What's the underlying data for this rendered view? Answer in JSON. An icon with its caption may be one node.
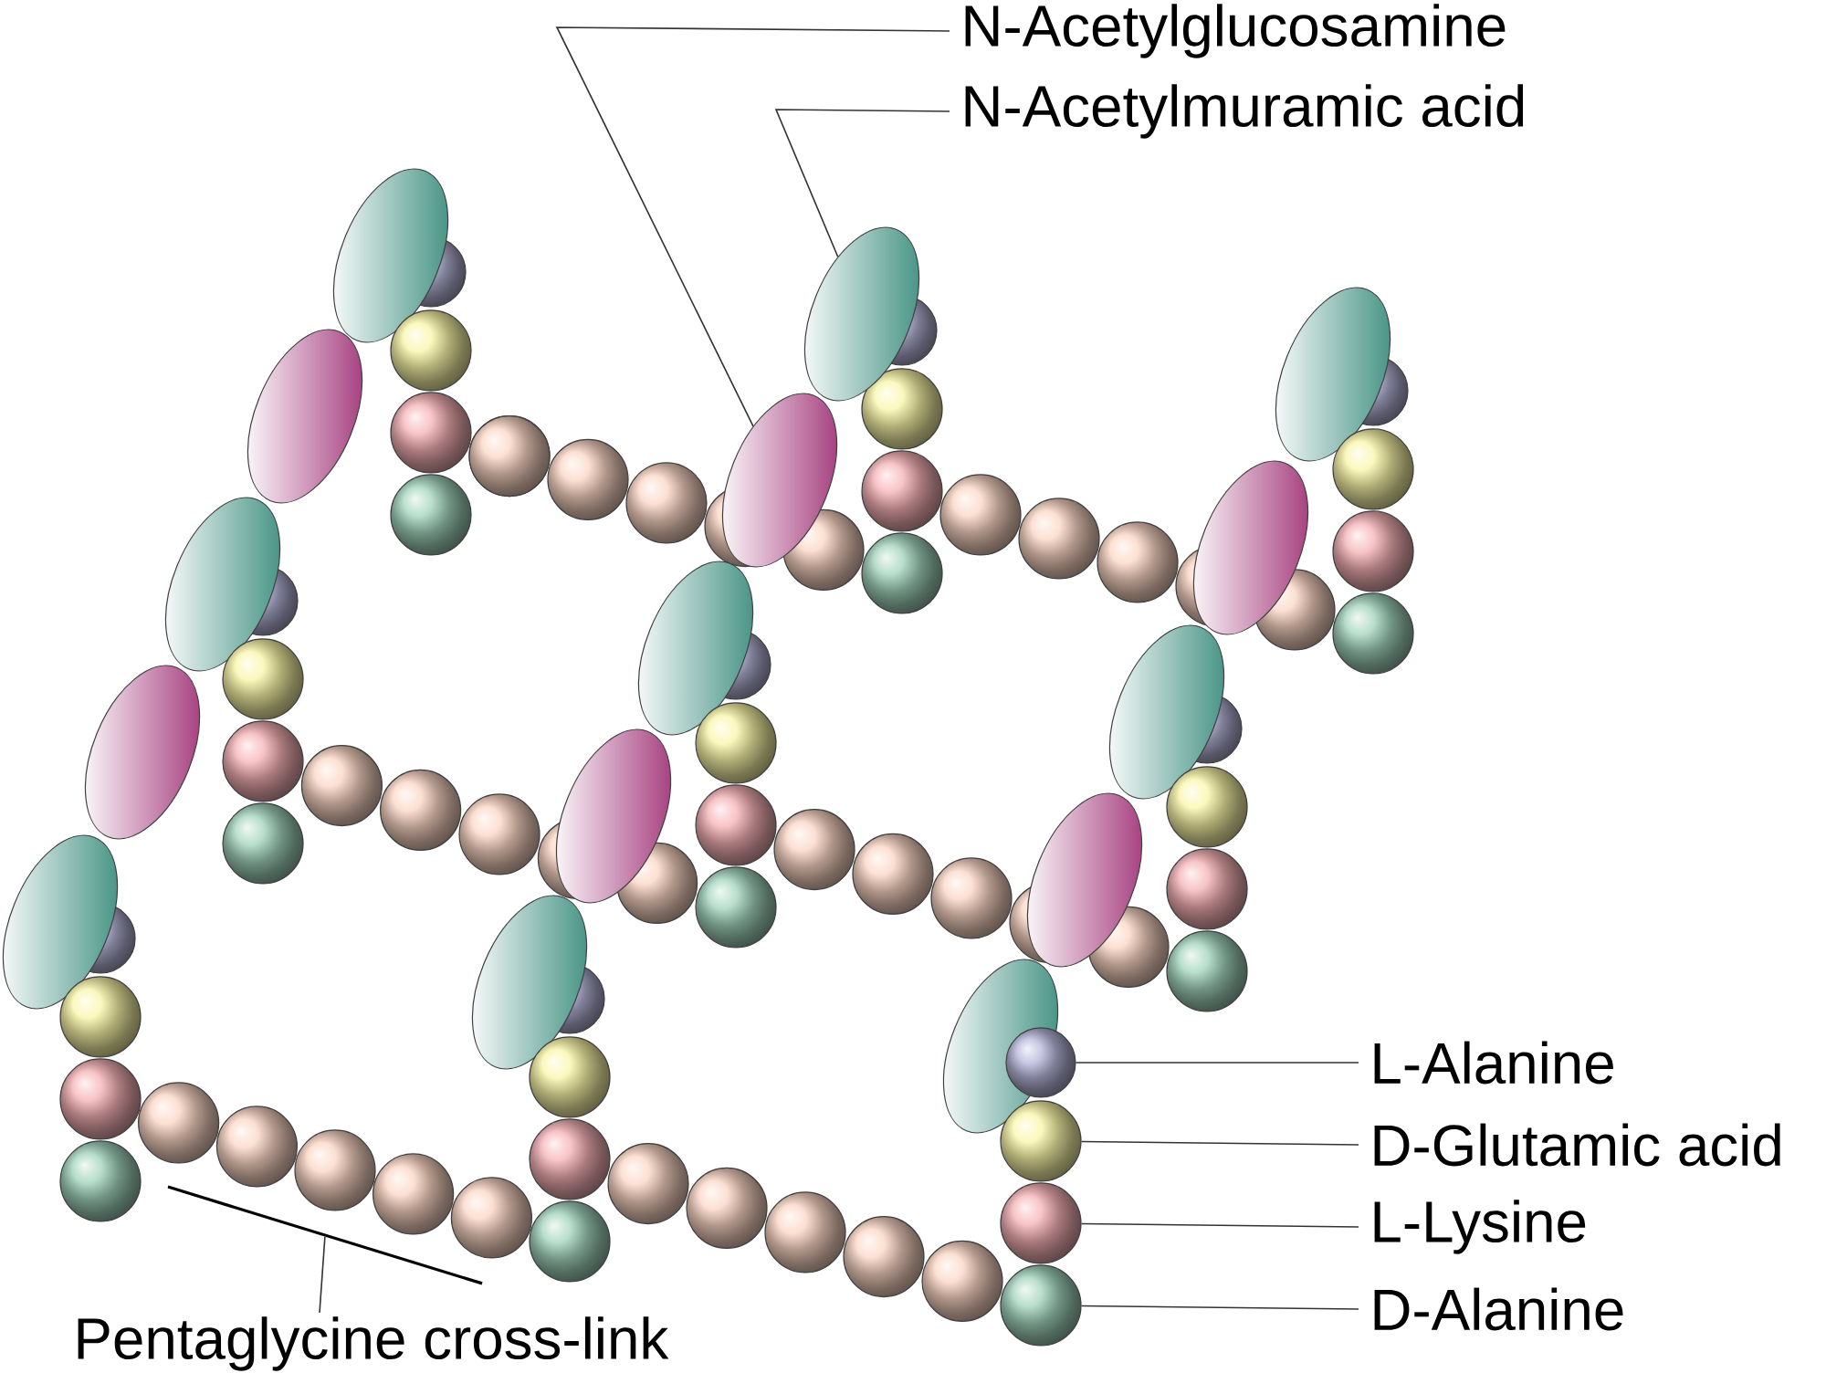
{
  "diagram": {
    "nodes": [
      {
        "text": [
          "N-Acetylglucosamine"
        ]
      },
      {
        "text": [
          "N-Acetylmuramic acid"
        ]
      },
      {
        "text": [
          "L-Alanine"
        ]
      },
      {
        "text": [
          "D-Glutamic acid"
        ]
      },
      {
        "text": [
          "L-Lysine"
        ]
      },
      {
        "text": [
          "D-Alanine"
        ]
      },
      {
        "text": [
          "Pentaglycine cross-link"
        ]
      },
      {
        "text": [],
        "shape": "ellipse"
      },
      {
        "text": [],
        "shape": "ellipse"
      },
      {
        "text": [],
        "shape": "circle"
      },
      {
        "text": [],
        "shape": "circle"
      },
      {
        "text": [],
        "shape": "circle"
      },
      {
        "text": [],
        "shape": "circle"
      },
      {
        "text": [],
        "shape": "bar"
      }
    ],
    "edges": [
      {
        "from": 0,
        "to": 7,
        "arrow": "none"
      },
      {
        "from": 1,
        "to": 8,
        "arrow": "none"
      },
      {
        "from": 2,
        "to": 9,
        "arrow": "none"
      },
      {
        "from": 3,
        "to": 10,
        "arrow": "none"
      },
      {
        "from": 4,
        "to": 11,
        "arrow": "none"
      },
      {
        "from": 5,
        "to": 12,
        "arrow": "none"
      },
      {
        "from": 6,
        "to": 13,
        "arrow": "none"
      }
    ]
  }
}
